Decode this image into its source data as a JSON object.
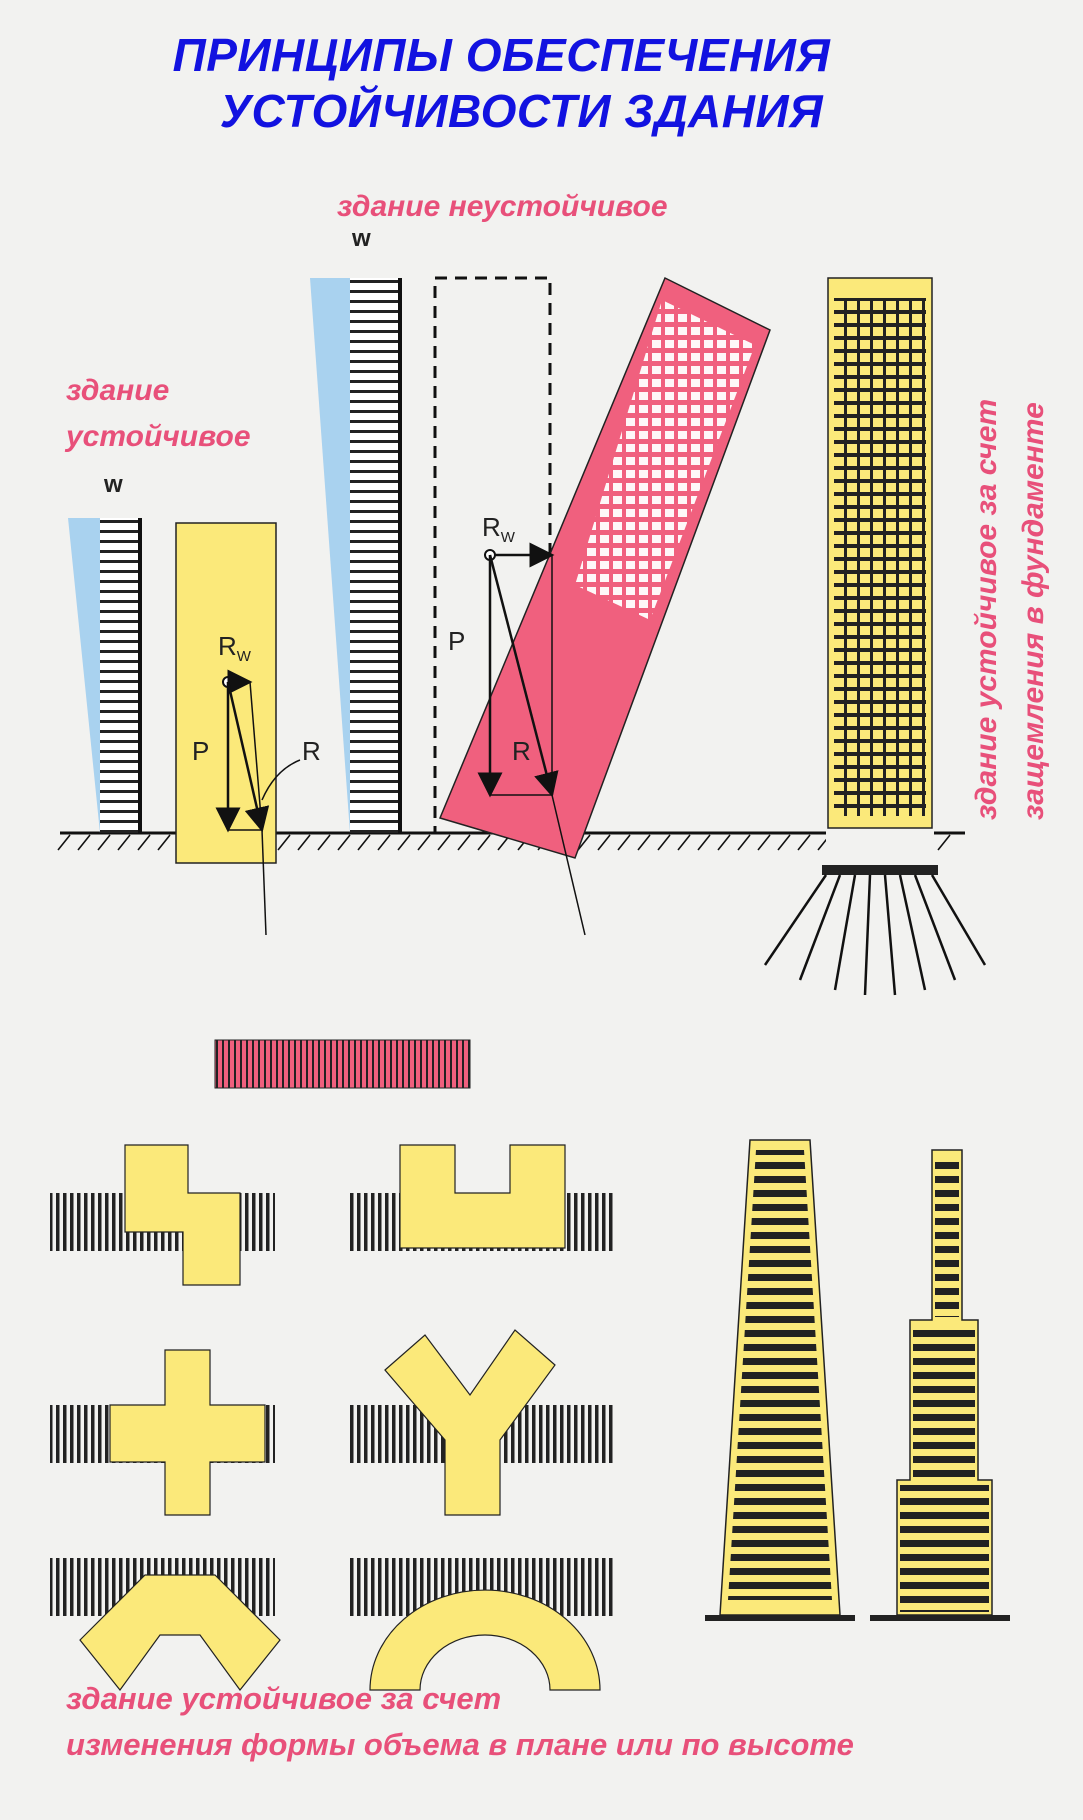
{
  "title": {
    "line1": "ПРИНЦИПЫ ОБЕСПЕЧЕНИЯ",
    "line2": "УСТОЙЧИВОСТИ ЗДАНИЯ"
  },
  "labels": {
    "unstable": "здание неустойчивое",
    "stable_line1": "здание",
    "stable_line2": "устойчивое",
    "foundation_line1": "здание устойчивое за счет",
    "foundation_line2": "защемления в фундаменте",
    "shape_line1": "здание устойчивое за счет",
    "shape_line2": "изменения формы объема в плане или по высоте"
  },
  "diagram_symbols": {
    "wind_1": "w",
    "wind_2": "w",
    "wind_force_1": "R",
    "wind_force_1_sub": "W",
    "weight_1": "P",
    "resultant_1": "R",
    "wind_force_2": "R",
    "wind_force_2_sub": "W",
    "weight_2": "P",
    "resultant_2": "R"
  },
  "colors": {
    "title": "#1212e0",
    "label": "#e8507a",
    "stable_fill": "#fbe97a",
    "unstable_fill": "#f0607e",
    "wind_fill": "#a9d2ef",
    "line": "#111111"
  }
}
